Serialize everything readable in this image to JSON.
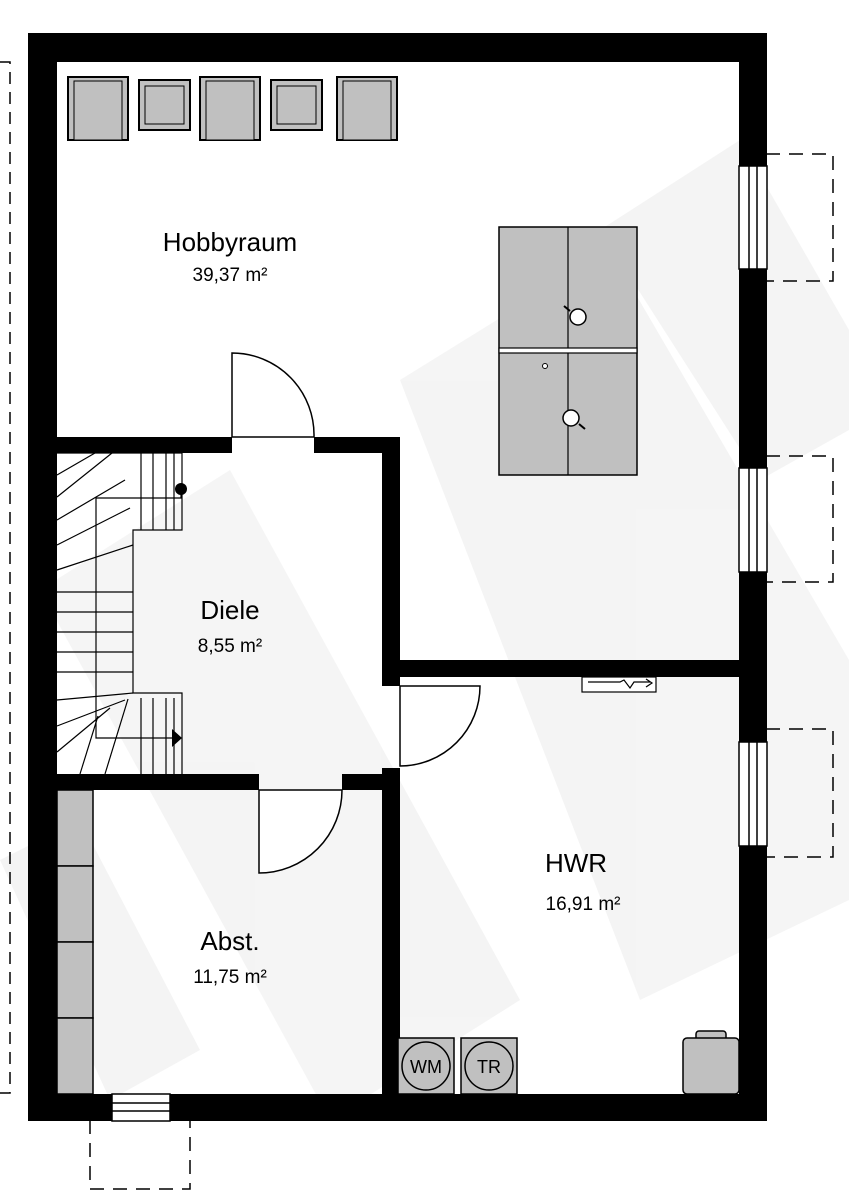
{
  "rooms": [
    {
      "id": "hobbyraum",
      "name": "Hobbyraum",
      "area": "39,37 m²"
    },
    {
      "id": "diele",
      "name": "Diele",
      "area": "8,55 m²"
    },
    {
      "id": "abst",
      "name": "Abst.",
      "area": "11,75 m²"
    },
    {
      "id": "hwr",
      "name": "HWR",
      "area": "16,91 m²"
    }
  ],
  "appliances": {
    "washer": "WM",
    "dryer": "TR"
  },
  "colors": {
    "wall": "#000000",
    "furniture": "#c0c0c0",
    "background": "#ffffff",
    "watermark": "#e9e9e9"
  }
}
